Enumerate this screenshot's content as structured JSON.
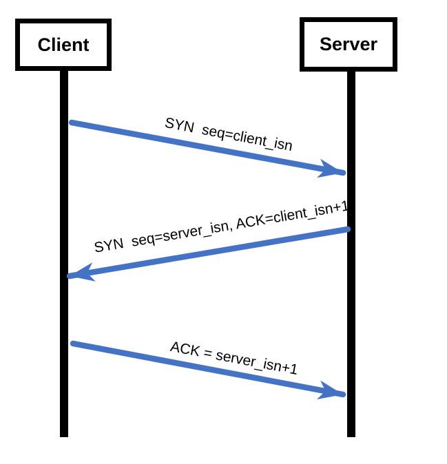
{
  "diagram": {
    "type": "sequence-diagram",
    "actors": [
      {
        "name": "Client"
      },
      {
        "name": "Server"
      }
    ],
    "messages": [
      {
        "label": "SYN  seq=client_isn",
        "from": "Client",
        "to": "Server",
        "direction": "right"
      },
      {
        "label": "SYN  seq=server_isn, ACK=client_isn+1",
        "from": "Server",
        "to": "Client",
        "direction": "left"
      },
      {
        "label": "ACK = server_isn+1",
        "from": "Client",
        "to": "Server",
        "direction": "right"
      }
    ],
    "colors": {
      "arrow": "#4472C4",
      "lifeline": "#000000",
      "actor_border": "#000000",
      "text": "#000000",
      "background": "#FFFFFF"
    }
  }
}
